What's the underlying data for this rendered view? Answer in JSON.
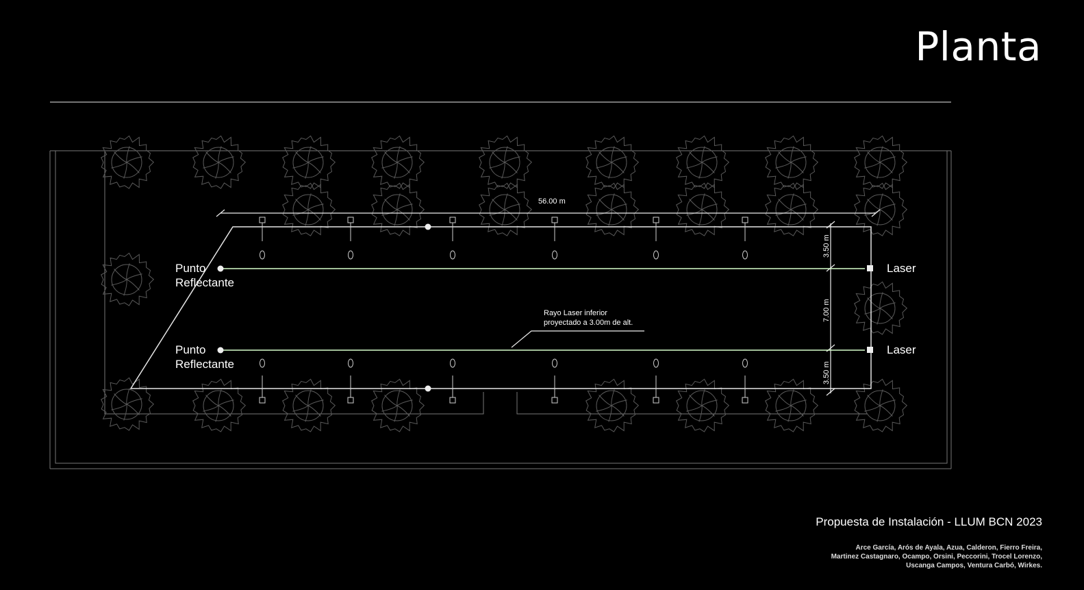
{
  "title": "Planta",
  "footer": {
    "project": "Propuesta de Instalación - LLUM BCN 2023",
    "authors": [
      "Arce García, Arós de Ayala, Azua, Calderon, Fierro Freira,",
      "Martinez Castagnaro, Ocampo, Orsini, Peccorini, Trocel Lorenzo,",
      "Uscanga Campos, Ventura Carbó, Wirkes."
    ]
  },
  "labels": {
    "reflect_top_1": "Punto",
    "reflect_top_2": "Reflectante",
    "reflect_bottom_1": "Punto",
    "reflect_bottom_2": "Reflectante",
    "laser_top": "Laser",
    "laser_bottom": "Laser",
    "note_1": "Rayo Laser inferior",
    "note_2": "proyectado a 3.00m de alt."
  },
  "dimensions": {
    "length": "56.00 m",
    "side_top": "3.50 m",
    "middle": "7.00 m",
    "side_bottom": "3.50 m"
  },
  "colors": {
    "background": "#000000",
    "laser": "#39ff2a",
    "lines": "#d8d8d8"
  }
}
